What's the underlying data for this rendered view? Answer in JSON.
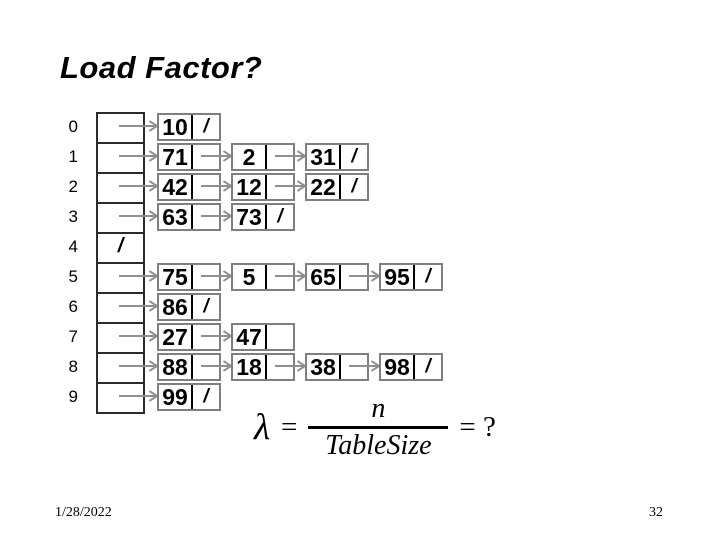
{
  "slide": {
    "title": "Load Factor?",
    "footer": {
      "date": "1/28/2022",
      "page_number": "32"
    },
    "formula": {
      "lambda": "λ",
      "equals": "=",
      "numerator": "n",
      "denominator": "TableSize",
      "tail": "= ?"
    }
  },
  "hash_table": {
    "null_symbol": "/",
    "buckets": [
      {
        "index": "0",
        "empty": false,
        "nodes": [
          {
            "value": "10",
            "null_next": true
          }
        ]
      },
      {
        "index": "1",
        "empty": false,
        "nodes": [
          {
            "value": "71",
            "null_next": false
          },
          {
            "value": "2",
            "null_next": false
          },
          {
            "value": "31",
            "null_next": true
          }
        ]
      },
      {
        "index": "2",
        "empty": false,
        "nodes": [
          {
            "value": "42",
            "null_next": false
          },
          {
            "value": "12",
            "null_next": false
          },
          {
            "value": "22",
            "null_next": true
          }
        ]
      },
      {
        "index": "3",
        "empty": false,
        "nodes": [
          {
            "value": "63",
            "null_next": false
          },
          {
            "value": "73",
            "null_next": true
          }
        ]
      },
      {
        "index": "4",
        "empty": true,
        "nodes": []
      },
      {
        "index": "5",
        "empty": false,
        "nodes": [
          {
            "value": "75",
            "null_next": false
          },
          {
            "value": "5",
            "null_next": false
          },
          {
            "value": "65",
            "null_next": false
          },
          {
            "value": "95",
            "null_next": true
          }
        ]
      },
      {
        "index": "6",
        "empty": false,
        "nodes": [
          {
            "value": "86",
            "null_next": true
          }
        ]
      },
      {
        "index": "7",
        "empty": false,
        "nodes": [
          {
            "value": "27",
            "null_next": false
          },
          {
            "value": "47",
            "null_next": false
          }
        ]
      },
      {
        "index": "8",
        "empty": false,
        "nodes": [
          {
            "value": "88",
            "null_next": false
          },
          {
            "value": "18",
            "null_next": false
          },
          {
            "value": "38",
            "null_next": false
          },
          {
            "value": "98",
            "null_next": true
          }
        ]
      },
      {
        "index": "9",
        "empty": false,
        "nodes": [
          {
            "value": "99",
            "null_next": true
          }
        ]
      }
    ]
  },
  "colors": {
    "background": "#ffffff",
    "text": "#000000",
    "arrow": "#8f8f8f",
    "node_border": "#7f7f7f",
    "array_border": "#2b2b2b"
  }
}
